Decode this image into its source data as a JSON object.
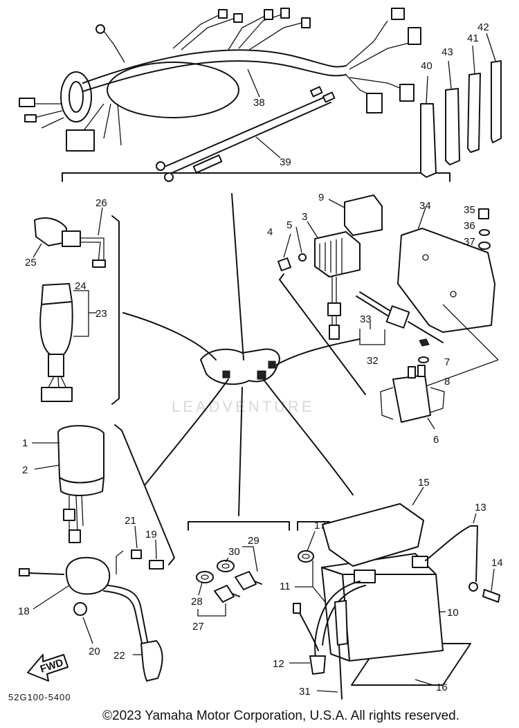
{
  "diagram_code": "52G100-5400",
  "copyright": "©2023 Yamaha Motor Corporation, U.S.A. All rights reserved.",
  "direction_arrow": "FWD",
  "watermark": "LEADVENTURE",
  "part_labels": {
    "p1": "1",
    "p2": "2",
    "p3": "3",
    "p4": "4",
    "p5": "5",
    "p6": "6",
    "p7": "7",
    "p8": "8",
    "p9": "9",
    "p10": "10",
    "p11": "11",
    "p12": "12",
    "p13": "13",
    "p14": "14",
    "p15": "15",
    "p16": "16",
    "p17": "17",
    "p18": "18",
    "p19": "19",
    "p20": "20",
    "p21": "21",
    "p22": "22",
    "p23": "23",
    "p24": "24",
    "p25": "25",
    "p26": "26",
    "p27": "27",
    "p28": "28",
    "p29": "29",
    "p30": "30",
    "p31": "31",
    "p32": "32",
    "p33": "33",
    "p34": "34",
    "p35": "35",
    "p36": "36",
    "p37": "37",
    "p38": "38",
    "p39": "39",
    "p40": "40",
    "p41": "41",
    "p42": "42",
    "p43": "43"
  }
}
